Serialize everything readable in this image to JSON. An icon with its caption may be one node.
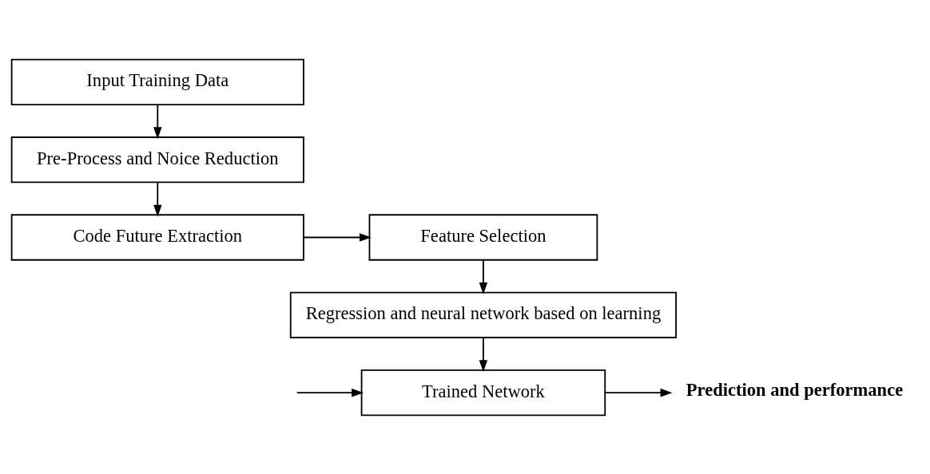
{
  "diagram": {
    "nodes": [
      {
        "text": [
          "Input Training Data"
        ]
      },
      {
        "text": [
          "Pre-Process and Noice Reduction"
        ]
      },
      {
        "text": [
          "Code Future Extraction"
        ]
      },
      {
        "text": [
          "Feature Selection"
        ]
      },
      {
        "text": [
          "Regression and neural network based on learning"
        ]
      },
      {
        "text": [
          "Trained Network"
        ]
      },
      {
        "text": [
          "Prediction and performance"
        ]
      }
    ],
    "edges": [
      {
        "from": 0,
        "to": 1,
        "arrow": "to"
      },
      {
        "from": 1,
        "to": 2,
        "arrow": "to"
      },
      {
        "from": 2,
        "to": 3,
        "arrow": "to"
      },
      {
        "from": 3,
        "to": 4,
        "arrow": "to"
      },
      {
        "from": 4,
        "to": 5,
        "arrow": "to"
      },
      {
        "from": null,
        "to": 5,
        "arrow": "to"
      },
      {
        "from": 5,
        "to": 6,
        "arrow": "to"
      }
    ]
  }
}
